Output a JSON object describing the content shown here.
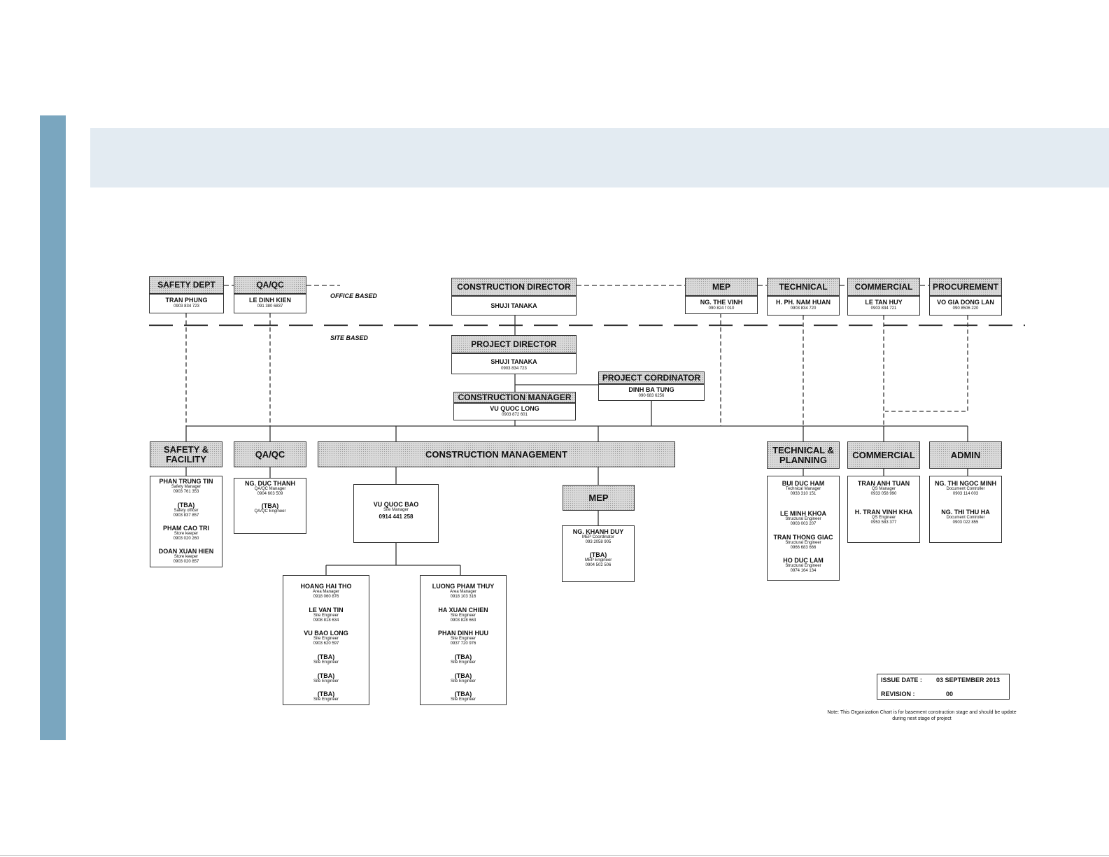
{
  "labels": {
    "office_based": "OFFICE BASED",
    "site_based": "SITE BASED"
  },
  "office": {
    "safety": {
      "title": "SAFETY DEPT",
      "name": "TRAN PHUNG",
      "phone": "0903 834 723"
    },
    "qaqc": {
      "title": "QA/QC",
      "name": "LE DINH KIEN",
      "phone": "091 380 6837"
    },
    "director": {
      "title": "CONSTRUCTION DIRECTOR",
      "name": "SHUJI TANAKA"
    },
    "mep": {
      "title": "MEP",
      "name": "NG. THE VINH",
      "phone": "090 824 f 010"
    },
    "technical": {
      "title": "TECHNICAL",
      "name": "H. PH. NAM HUAN",
      "phone": "0903 834 720"
    },
    "commercial": {
      "title": "COMMERCIAL",
      "name": "LE TAN HUY",
      "phone": "0903 834 721"
    },
    "procurement": {
      "title": "PROCUREMENT",
      "name": "VO GIA DONG LAN",
      "phone": "090 8506 220"
    }
  },
  "site": {
    "project_director": {
      "title": "PROJECT DIRECTOR",
      "name": "SHUJI TANAKA",
      "phone": "0903 834 723"
    },
    "project_coordinator": {
      "title": "PROJECT CORDINATOR",
      "name": "DINH BA TUNG",
      "phone": "090 683 6256"
    },
    "construction_manager": {
      "title": "CONSTRUCTION MANAGER",
      "name": "VU QUOC LONG",
      "phone": "0903 872 601"
    }
  },
  "departments": {
    "safety": {
      "title": "SAFETY & FACILITY",
      "members": [
        {
          "name": "PHAN TRUNG TIN",
          "role": "Safety Manager",
          "phone": "0903 761 353"
        },
        {
          "name": "(TBA)",
          "role": "Safety officer",
          "phone": "0903 837 857"
        },
        {
          "name": "PHAM CAO TRI",
          "role": "Store keeper",
          "phone": "0903 020 260"
        },
        {
          "name": "DOAN XUAN HIEN",
          "role": "Store keeper",
          "phone": "0903 020 857"
        }
      ]
    },
    "qaqc": {
      "title": "QA/QC",
      "members": [
        {
          "name": "NG. DUC THANH",
          "role": "QA/QC Manager",
          "phone": "0904 603 509"
        },
        {
          "name": "(TBA)",
          "role": "QA/QC Engineer",
          "phone": ""
        }
      ]
    },
    "construction_management": {
      "title": "CONSTRUCTION MANAGEMENT"
    },
    "site_manager": {
      "name": "VU QUOC BAO",
      "role": "Site Manager",
      "phone": "0914 441 258"
    },
    "area1": {
      "members": [
        {
          "name": "HOANG HAI THO",
          "role": "Area Manager",
          "phone": "0918 060 876"
        },
        {
          "name": "LE VAN TIN",
          "role": "Site Engineer",
          "phone": "0908 818 634"
        },
        {
          "name": "VU BAO LONG",
          "role": "Site Engineer",
          "phone": "0903 620 597"
        },
        {
          "name": "(TBA)",
          "role": "Site Engineer",
          "phone": ""
        },
        {
          "name": "(TBA)",
          "role": "Site Engineer",
          "phone": ""
        },
        {
          "name": "(TBA)",
          "role": "Site Engineer",
          "phone": ""
        }
      ]
    },
    "area2": {
      "members": [
        {
          "name": "LUONG PHAM THUY",
          "role": "Area Manager",
          "phone": "0918 103 316"
        },
        {
          "name": "HA XUAN CHIEN",
          "role": "Site Engineer",
          "phone": "0903 828 663"
        },
        {
          "name": "PHAN DINH HUU",
          "role": "Site Engineer",
          "phone": "0937 720 976"
        },
        {
          "name": "(TBA)",
          "role": "Site Engineer",
          "phone": ""
        },
        {
          "name": "(TBA)",
          "role": "Site Engineer",
          "phone": ""
        },
        {
          "name": "(TBA)",
          "role": "Site Engineer",
          "phone": ""
        }
      ]
    },
    "mep": {
      "title": "MEP",
      "members": [
        {
          "name": "NG. KHANH DUY",
          "role": "MEP Coordinator",
          "phone": "093 2058 905"
        },
        {
          "name": "(TBA)",
          "role": "MEP Engineer",
          "phone": "0904 502 506"
        }
      ]
    },
    "technical": {
      "title": "TECHNICAL & PLANNING",
      "members": [
        {
          "name": "BUI DUC HAM",
          "role": "Technical Manager",
          "phone": "0933 310 151"
        },
        {
          "name": "LE MINH KHOA",
          "role": "Structural Engineer",
          "phone": "0903 003 207"
        },
        {
          "name": "TRAN THONG GIAC",
          "role": "Structural Engineer",
          "phone": "0966 683 666"
        },
        {
          "name": "HO DUC LAM",
          "role": "Structural Engineer",
          "phone": "0974 164 134"
        }
      ]
    },
    "commercial": {
      "title": "COMMERCIAL",
      "members": [
        {
          "name": "TRAN ANH TUAN",
          "role": "QS Manager",
          "phone": "0933 058 990"
        },
        {
          "name": "H. TRAN VINH KHA",
          "role": "QS Engineer",
          "phone": "0953 583 377"
        }
      ]
    },
    "admin": {
      "title": "ADMIN",
      "members": [
        {
          "name": "NG. THI NGOC MINH",
          "role": "Document Controller",
          "phone": "0903 114 003"
        },
        {
          "name": "NG. THI THU HA",
          "role": "Document Controller",
          "phone": "0903 022 855"
        }
      ]
    }
  },
  "issue": {
    "date_label": "ISSUE DATE :",
    "date_value": "03 SEPTEMBER 2013",
    "revision_label": "REVISION   :",
    "revision_value": "00"
  },
  "note": "Note: This Organization Chart is for basement construction stage and should be update during next stage of project"
}
